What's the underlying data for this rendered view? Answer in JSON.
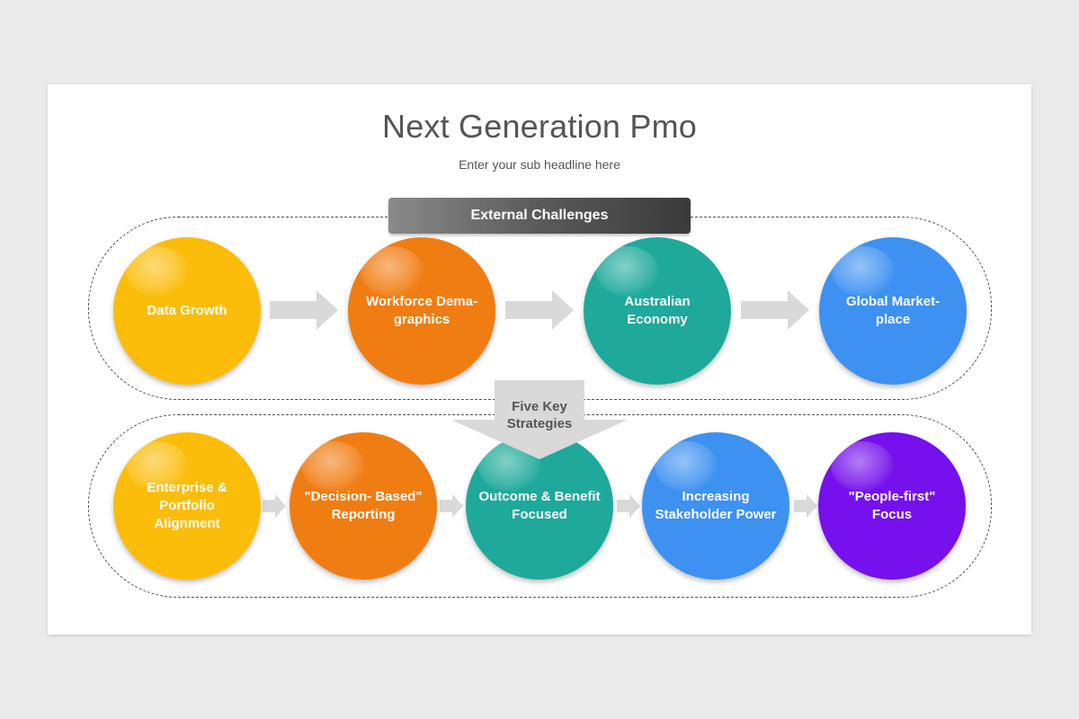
{
  "title": "Next Generation Pmo",
  "subtitle": "Enter your sub headline here",
  "top_banner": "External Challenges",
  "center_label": "Five Key Strategies",
  "top_row": [
    {
      "label": "Data Growth",
      "color": "#fbbd0a"
    },
    {
      "label": "Workforce Dema- graphics",
      "color": "#f07d12"
    },
    {
      "label": "Australian Economy",
      "color": "#1ea99a"
    },
    {
      "label": "Global Market- place",
      "color": "#3d91f1"
    }
  ],
  "bottom_row": [
    {
      "label": "Enterprise & Portfolio Alignment",
      "color": "#fbbd0a"
    },
    {
      "label": "\"Decision- Based\" Reporting",
      "color": "#f07d12"
    },
    {
      "label": "Outcome & Benefit Focused",
      "color": "#1ea99a"
    },
    {
      "label": "Increasing Stakeholder Power",
      "color": "#3d91f1"
    },
    {
      "label": "\"People-first\" Focus",
      "color": "#7610ec"
    }
  ],
  "colors": {
    "arrow": "#d9d9d9",
    "ring": "#555555",
    "text_dark": "#555555"
  }
}
